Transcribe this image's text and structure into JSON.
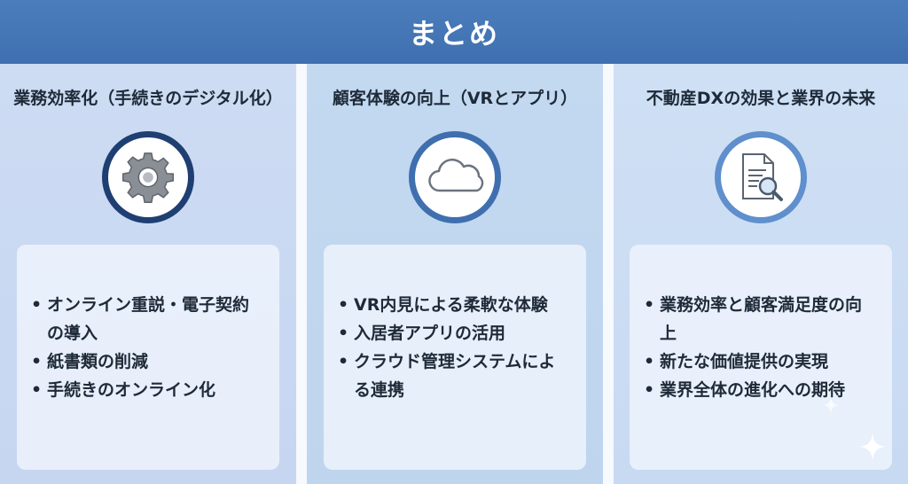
{
  "header": {
    "title": "まとめ"
  },
  "columns": [
    {
      "title": "業務効率化（手続きのデジタル化）",
      "icon": "gear-icon",
      "bullets": [
        "オンライン重説・電子契約の導入",
        "紙書類の削減",
        "手続きのオンライン化"
      ]
    },
    {
      "title": "顧客体験の向上（VRとアプリ）",
      "icon": "cloud-icon",
      "bullets": [
        "VR内見による柔軟な体験",
        "入居者アプリの活用",
        "クラウド管理システムによる連携"
      ]
    },
    {
      "title": "不動産DXの効果と業界の未来",
      "icon": "document-search-icon",
      "bullets": [
        "業務効率と顧客満足度の向上",
        "新たな価値提供の実現",
        "業界全体の進化への期待"
      ]
    }
  ],
  "colors": {
    "header": "#4b7dbd",
    "text": "#1e2a38",
    "ring_dark": "#1f3f73",
    "ring_mid": "#3f6faf",
    "ring_light": "#5f8fcc"
  }
}
